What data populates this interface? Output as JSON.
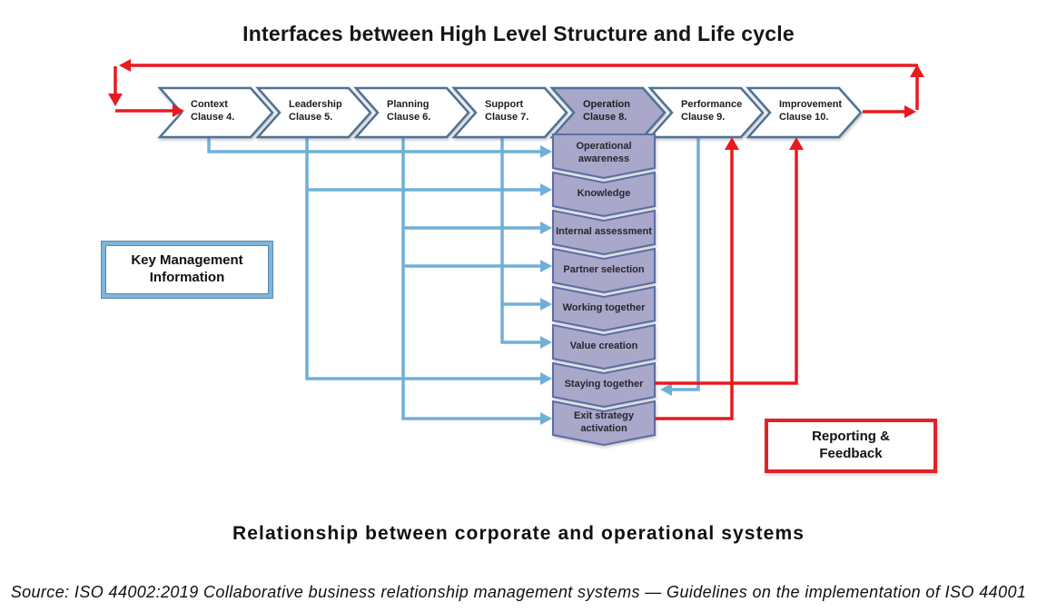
{
  "title": "Interfaces between High Level Structure and Life cycle",
  "high_level_structure": {
    "clauses": [
      {
        "name": "Context",
        "clause": "Clause 4."
      },
      {
        "name": "Leadership",
        "clause": "Clause 5."
      },
      {
        "name": "Planning",
        "clause": "Clause 6."
      },
      {
        "name": "Support",
        "clause": "Clause 7."
      },
      {
        "name": "Operation",
        "clause": "Clause 8.",
        "highlighted": true
      },
      {
        "name": "Performance",
        "clause": "Clause 9."
      },
      {
        "name": "Improvement",
        "clause": "Clause 10."
      }
    ]
  },
  "life_cycle": {
    "stages": [
      "Operational awareness",
      "Knowledge",
      "Internal assessment",
      "Partner selection",
      "Working together",
      "Value creation",
      "Staying together",
      "Exit strategy activation"
    ]
  },
  "annotations": {
    "key_management": "Key Management Information",
    "reporting_feedback": "Reporting & Feedback"
  },
  "caption": "Relationship between corporate and operational systems",
  "source": "Source: ISO 44002:2019 Collaborative business relationship management systems — Guidelines on the implementation of ISO 44001",
  "colors": {
    "stage_fill": "#a9a7ca",
    "operation_fill": "#a9a7c9",
    "chevron_border": "#4e7296",
    "connector_blue": "#6fb0d7",
    "feedback_red": "#e8191f",
    "kmi_border": "#7db5dc",
    "rf_border": "#e02328"
  }
}
